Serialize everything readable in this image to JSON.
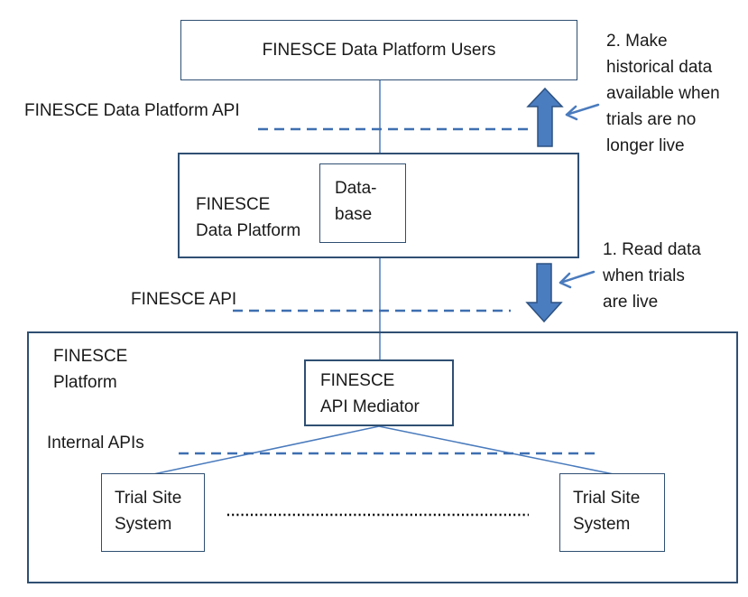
{
  "users_box": {
    "label": "FINESCE Data Platform Users"
  },
  "data_platform_api": {
    "label": "FINESCE Data Platform API"
  },
  "data_platform": {
    "line1": "FINESCE",
    "line2": "Data Platform"
  },
  "database": {
    "line1": "Data-",
    "line2": "base"
  },
  "finesce_api": {
    "label": "FINESCE API"
  },
  "platform": {
    "line1": "FINESCE",
    "line2": "Platform"
  },
  "api_mediator": {
    "line1": "FINESCE",
    "line2": "API Mediator"
  },
  "internal_apis": {
    "label": "Internal APIs"
  },
  "trial_site_left": {
    "line1": "Trial Site",
    "line2": "System"
  },
  "trial_site_right": {
    "line1": "Trial Site",
    "line2": "System"
  },
  "note_historical": {
    "line1": "2. Make",
    "line2": "historical data",
    "line3": "available when",
    "line4": "trials are no",
    "line5": "longer live"
  },
  "note_read": {
    "line1": "1. Read data",
    "line2": "when trials",
    "line3": "are live"
  },
  "colors": {
    "box_border": "#2f4f72",
    "line": "#4a7bbd",
    "dashed": "#3e6fb0",
    "arrow_fill": "#4a7cc0",
    "arrow_stroke": "#2c5282"
  }
}
